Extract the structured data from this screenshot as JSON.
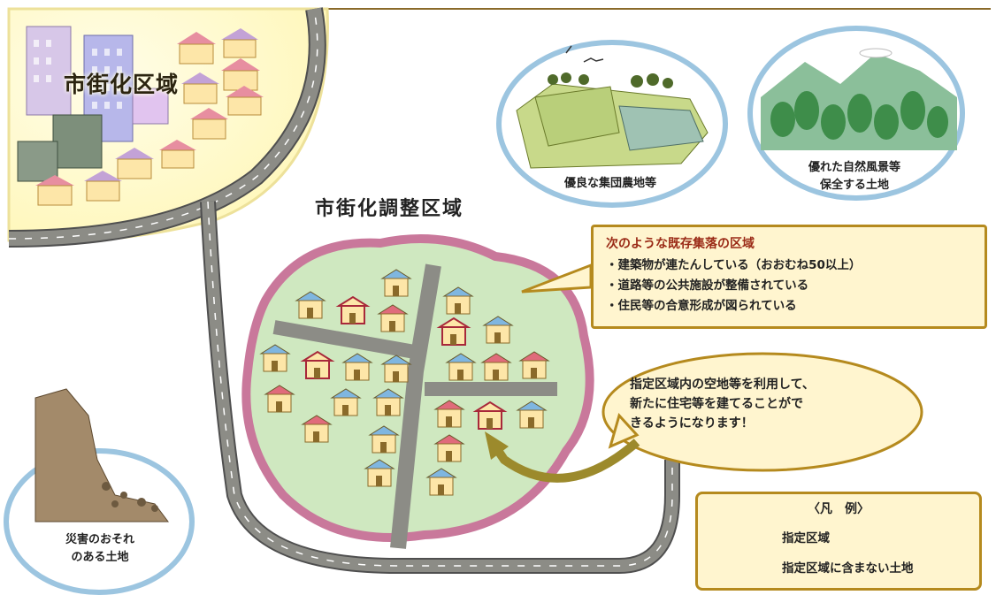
{
  "urban_area": {
    "title": "市街化区域"
  },
  "adjustment_area": {
    "title": "市街化調整区域"
  },
  "farm": {
    "caption": "優良な集団農地等"
  },
  "nature": {
    "caption_line1": "優れた自然風景等",
    "caption_line2": "保全する土地"
  },
  "disaster": {
    "caption_line1": "災害のおそれ",
    "caption_line2": "のある土地"
  },
  "criteria_callout": {
    "heading": "次のような既存集落の区域",
    "items": [
      "・建築物が連たんしている（おおむね50以上）",
      "・道路等の公共施設が整備されている",
      "・住民等の合意形成が図られている"
    ]
  },
  "info_bubble": {
    "line1": "指定区域内の空地等を利用して、",
    "line2": "新たに住宅等を建てることがで",
    "line3": "きるようになります！"
  },
  "legend": {
    "title": "〈凡　例〉",
    "items": [
      {
        "label": "指定区域",
        "ring_color": "#c9789b",
        "fill_color": "#cfe8c0"
      },
      {
        "label": "指定区域に含まない土地",
        "ring_color": "#9cc5e0",
        "fill_color": "#cfe8c0"
      }
    ]
  },
  "colors": {
    "urban_fill": "#fffbcf",
    "urban_edge": "#e9df90",
    "road": "#8c8c86",
    "road_edge": "#4f4f4f",
    "callout_border": "#b58a1e",
    "callout_fill": "#fff5cf",
    "heading_red": "#9a2a16",
    "house_blue_roof": "#7fb6e0",
    "house_red_roof": "#e06b7b",
    "arrow": "#9c8a2c"
  }
}
